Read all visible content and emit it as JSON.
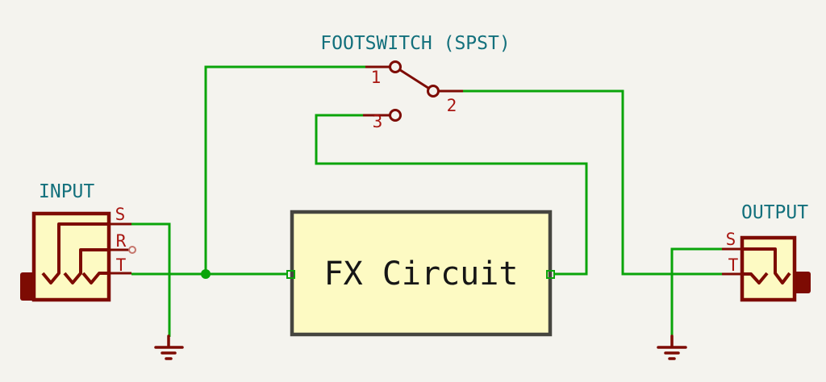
{
  "colors": {
    "bg": "#f4f3ee",
    "wire": "#0aa40a",
    "symbol": "#7d0b03",
    "symbol_fill": "#fdfac3",
    "box_border": "#45453f",
    "teal": "#13707c",
    "pin_red": "#a81611",
    "ink": "#161616",
    "nc": "#c5756c"
  },
  "footswitch": {
    "label": "FOOTSWITCH (SPST)",
    "pin1": "1",
    "pin2": "2",
    "pin3": "3"
  },
  "input_jack": {
    "label": "INPUT",
    "pin_s": "S",
    "pin_r": "R",
    "pin_t": "T"
  },
  "output_jack": {
    "label": "OUTPUT",
    "pin_s": "S",
    "pin_t": "T"
  },
  "fx_block": {
    "label": "FX Circuit"
  }
}
